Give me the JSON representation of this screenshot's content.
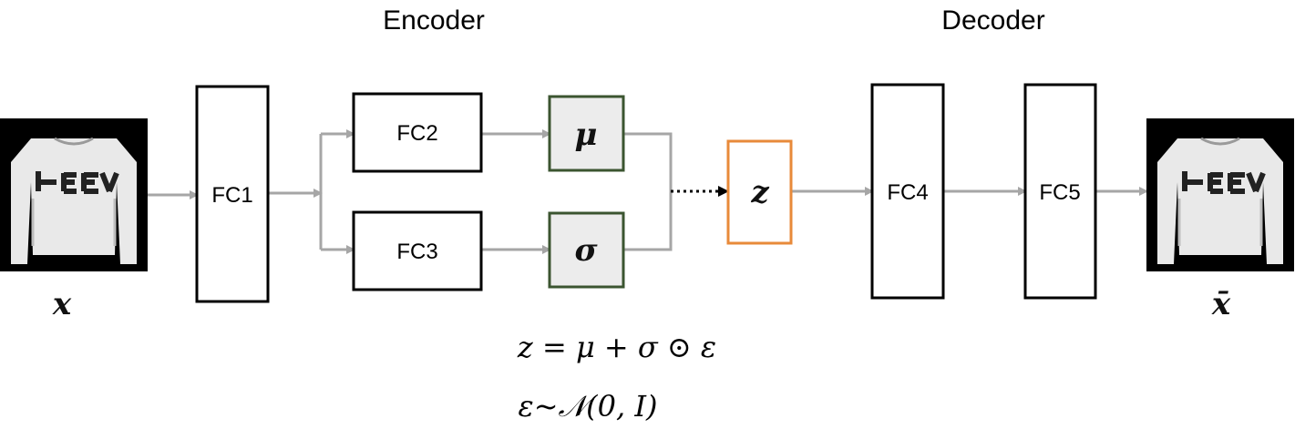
{
  "headings": {
    "encoder": "Encoder",
    "decoder": "Decoder"
  },
  "layers": {
    "fc1": "FC1",
    "fc2": "FC2",
    "fc3": "FC3",
    "fc4": "FC4",
    "fc5": "FC5"
  },
  "nodes": {
    "mu": "μ",
    "sigma": "σ",
    "z": "z"
  },
  "images": {
    "input_label": "x",
    "output_label": "x̄"
  },
  "equations": {
    "reparam": "z = μ + σ ⊙ ε",
    "noise": "ε~𝒩(0, I)"
  },
  "colors": {
    "latent_border": "#e88a3a",
    "param_border": "#3b5530",
    "param_fill": "#ececec",
    "connector": "#a6a6a6"
  }
}
